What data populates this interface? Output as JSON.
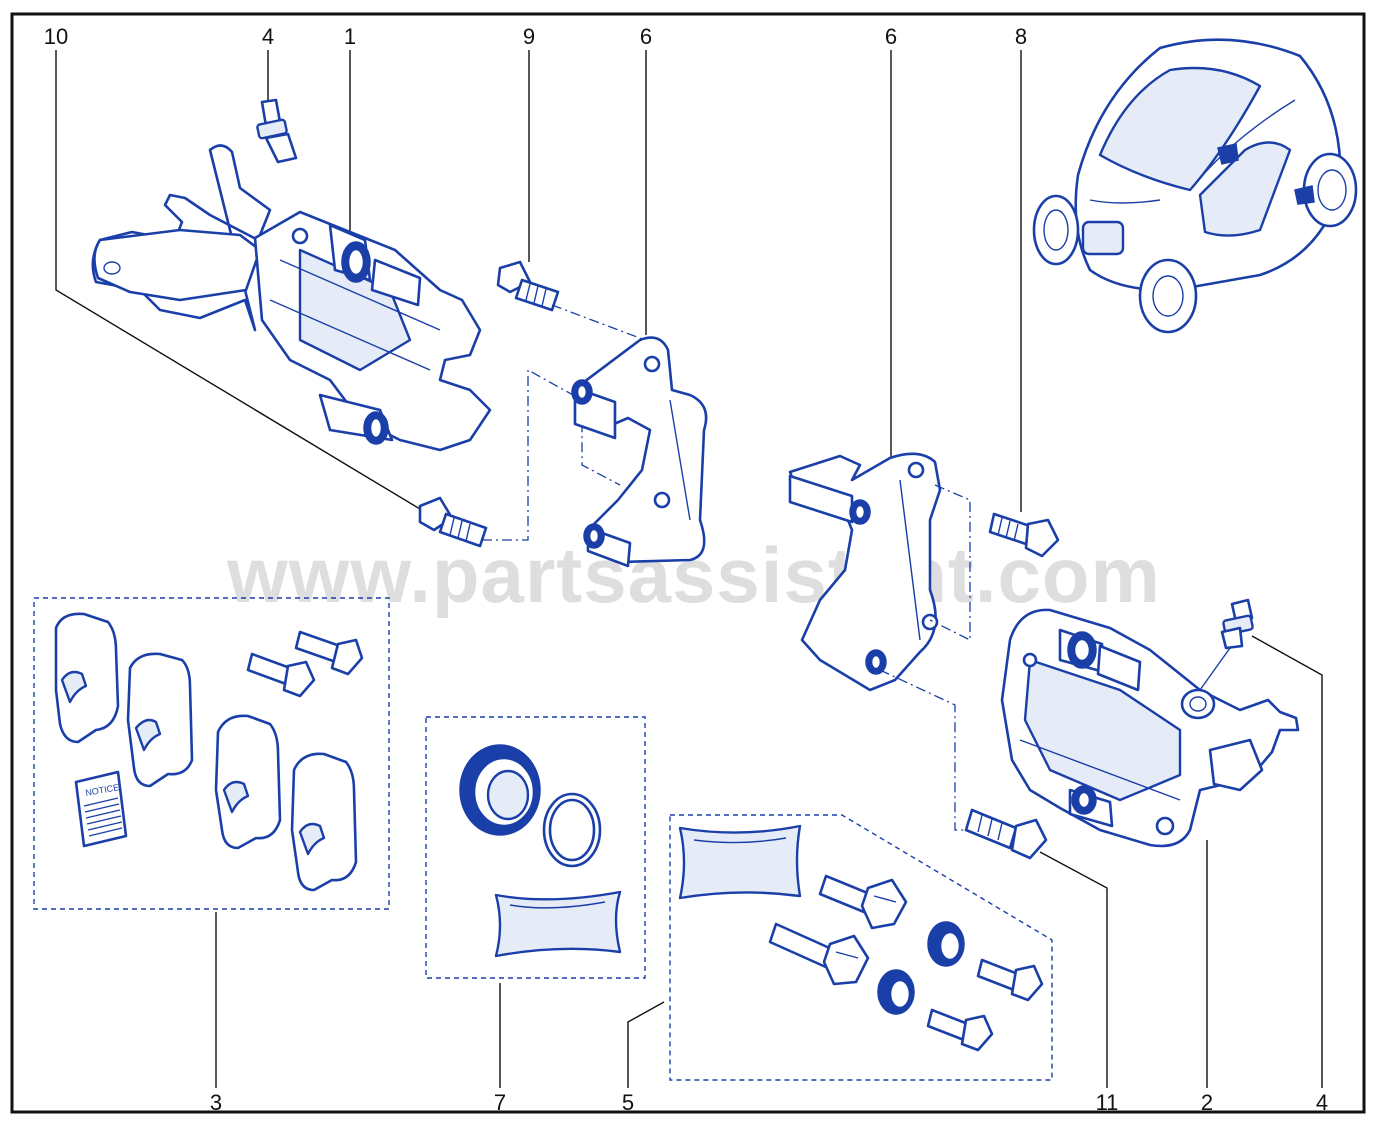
{
  "diagram": {
    "watermark": "www.partsassistant.com",
    "notice_label": "NOTICE",
    "callouts": [
      {
        "id": "c-10-top",
        "label": "10"
      },
      {
        "id": "c-4-top",
        "label": "4"
      },
      {
        "id": "c-1-top",
        "label": "1"
      },
      {
        "id": "c-9-top",
        "label": "9"
      },
      {
        "id": "c-6-left",
        "label": "6"
      },
      {
        "id": "c-6-right",
        "label": "6"
      },
      {
        "id": "c-8-top",
        "label": "8"
      },
      {
        "id": "c-3-bottom",
        "label": "3"
      },
      {
        "id": "c-7-bottom",
        "label": "7"
      },
      {
        "id": "c-5-bottom",
        "label": "5"
      },
      {
        "id": "c-11-bottom",
        "label": "11"
      },
      {
        "id": "c-2-bottom",
        "label": "2"
      },
      {
        "id": "c-4-bottom",
        "label": "4"
      }
    ],
    "colors": {
      "line": "#1a3fa8",
      "frame": "#111111",
      "watermark": "#d4d4d4"
    }
  }
}
